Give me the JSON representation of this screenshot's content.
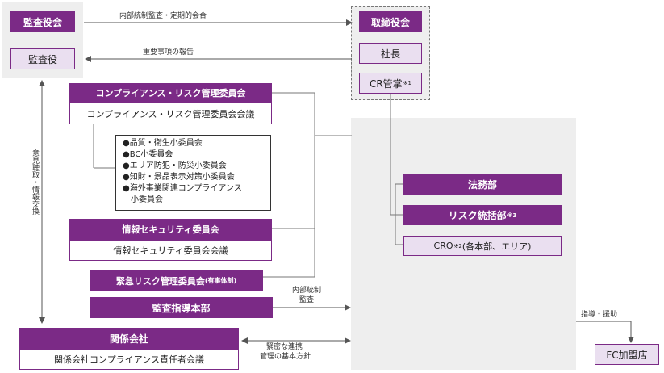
{
  "audit": {
    "board_label": "監査役会",
    "auditor_label": "監査役"
  },
  "directors": {
    "board_label": "取締役会",
    "president_label": "社長",
    "cr_label": "CR管掌",
    "cr_note": "※1"
  },
  "compliance": {
    "committee_label": "コンプライアンス・リスク管理委員会",
    "meeting_label": "コンプライアンス・リスク管理委員会会議",
    "subcommittees": [
      "●品質・衛生小委員会",
      "●BC小委員会",
      "●エリア防犯・防災小委員会",
      "●知財・景品表示対策小委員会",
      "●海外事業関連コンプライアンス",
      "　小委員会"
    ]
  },
  "infosec": {
    "committee_label": "情報セキュリティ委員会",
    "meeting_label": "情報セキュリティ委員会会議"
  },
  "emergency": {
    "label": "緊急リスク管理委員会",
    "suffix": "(有事体制)"
  },
  "audit_hq": {
    "label": "監査指導本部"
  },
  "affiliates": {
    "label": "関係会社",
    "meeting_label": "関係会社コンプライアンス責任者会議"
  },
  "departments": {
    "legal_label": "法務部",
    "risk_label": "リスク統括部",
    "risk_note": "※3",
    "cro_label": "CRO",
    "cro_note": "※2",
    "cro_suffix": "(各本部、エリア)"
  },
  "franchise": {
    "label": "FC加盟店"
  },
  "arrows": {
    "audit_meeting": "内部統制監査・定期的会合",
    "report": "重要事項の報告",
    "vertical_exchange": "意見聴取・情報交換",
    "internal_control_1": "内部統制",
    "internal_control_2": "監査",
    "close_coop_1": "緊密な連携",
    "close_coop_2": "管理の基本方針",
    "guidance": "指導・援助"
  },
  "colors": {
    "purple": "#7b2a86",
    "lavender": "#eadff0",
    "gray_bg": "#eeeeee"
  }
}
